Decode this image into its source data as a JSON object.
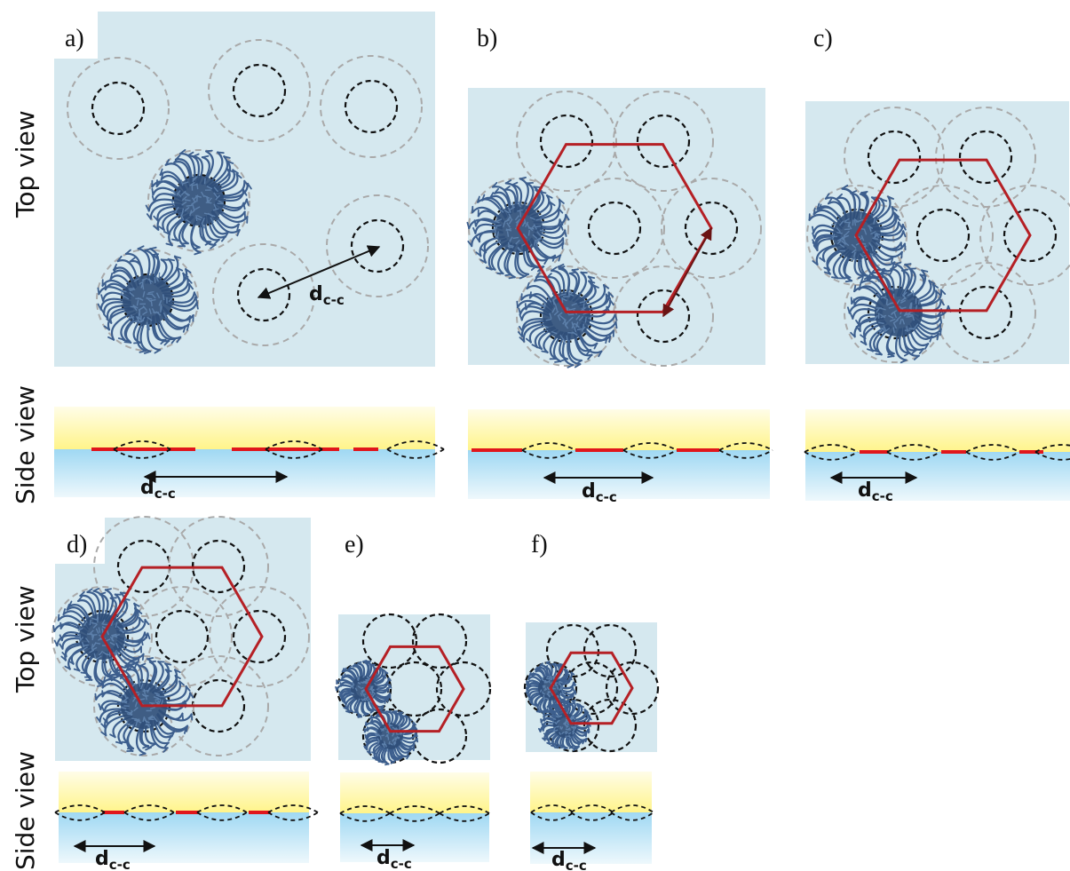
{
  "row_labels": {
    "top_view": "Top view",
    "side_view": "Side view"
  },
  "panels": [
    {
      "label": "a)",
      "distance_label": "d",
      "distance_subscript": "c-c"
    },
    {
      "label": "b)",
      "distance_label": "d",
      "distance_subscript": "c-c"
    },
    {
      "label": "c)",
      "distance_label": "d",
      "distance_subscript": "c-c"
    },
    {
      "label": "d)",
      "distance_label": "d",
      "distance_subscript": "c-c"
    },
    {
      "label": "e)",
      "distance_label": "d",
      "distance_subscript": "c-c"
    },
    {
      "label": "f)",
      "distance_label": "d",
      "distance_subscript": "c-c"
    }
  ],
  "colors": {
    "top_view_background": "#d5e8ef",
    "core_outline": "#111111",
    "corona_outline": "#a9a9a9",
    "hexagon": "#b52025",
    "micelle": "#3d5f8e",
    "contact_line": "#e0161c",
    "air_gradient_top": "#ffffff",
    "air_gradient_bottom": "#fff59a",
    "water_gradient_top": "#a9dcf4",
    "water_gradient_bottom": "#e7f5fb"
  }
}
